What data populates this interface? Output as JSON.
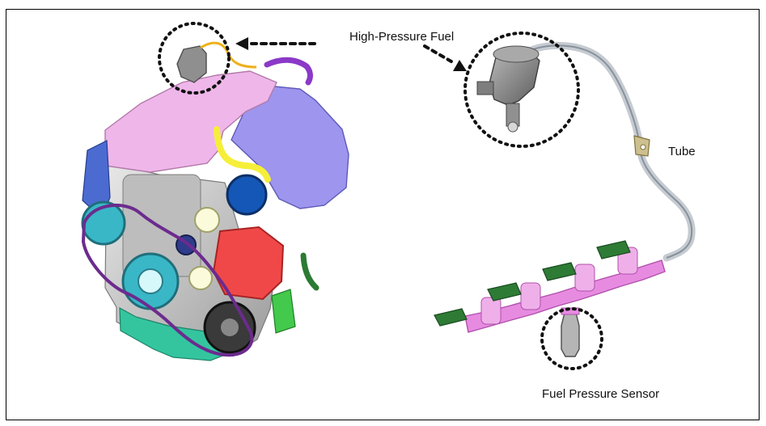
{
  "labels": {
    "high_pressure_fuel": "High-Pressure Fuel",
    "tube": "Tube",
    "fuel_pressure_sensor": "Fuel Pressure Sensor"
  },
  "colors": {
    "cylinder_head": "#efb6ea",
    "intake_manifold": "#9d95ee",
    "fuel_rail": "#e78be1",
    "tube": "#c6cbd1",
    "injector": "#2e7b35",
    "engine_block": "#c9c9c9",
    "oil_pan": "#34c59f",
    "alternator": "#f04848",
    "pulley_cyan": "#39b7c7",
    "belt": "#6c2b8e"
  }
}
